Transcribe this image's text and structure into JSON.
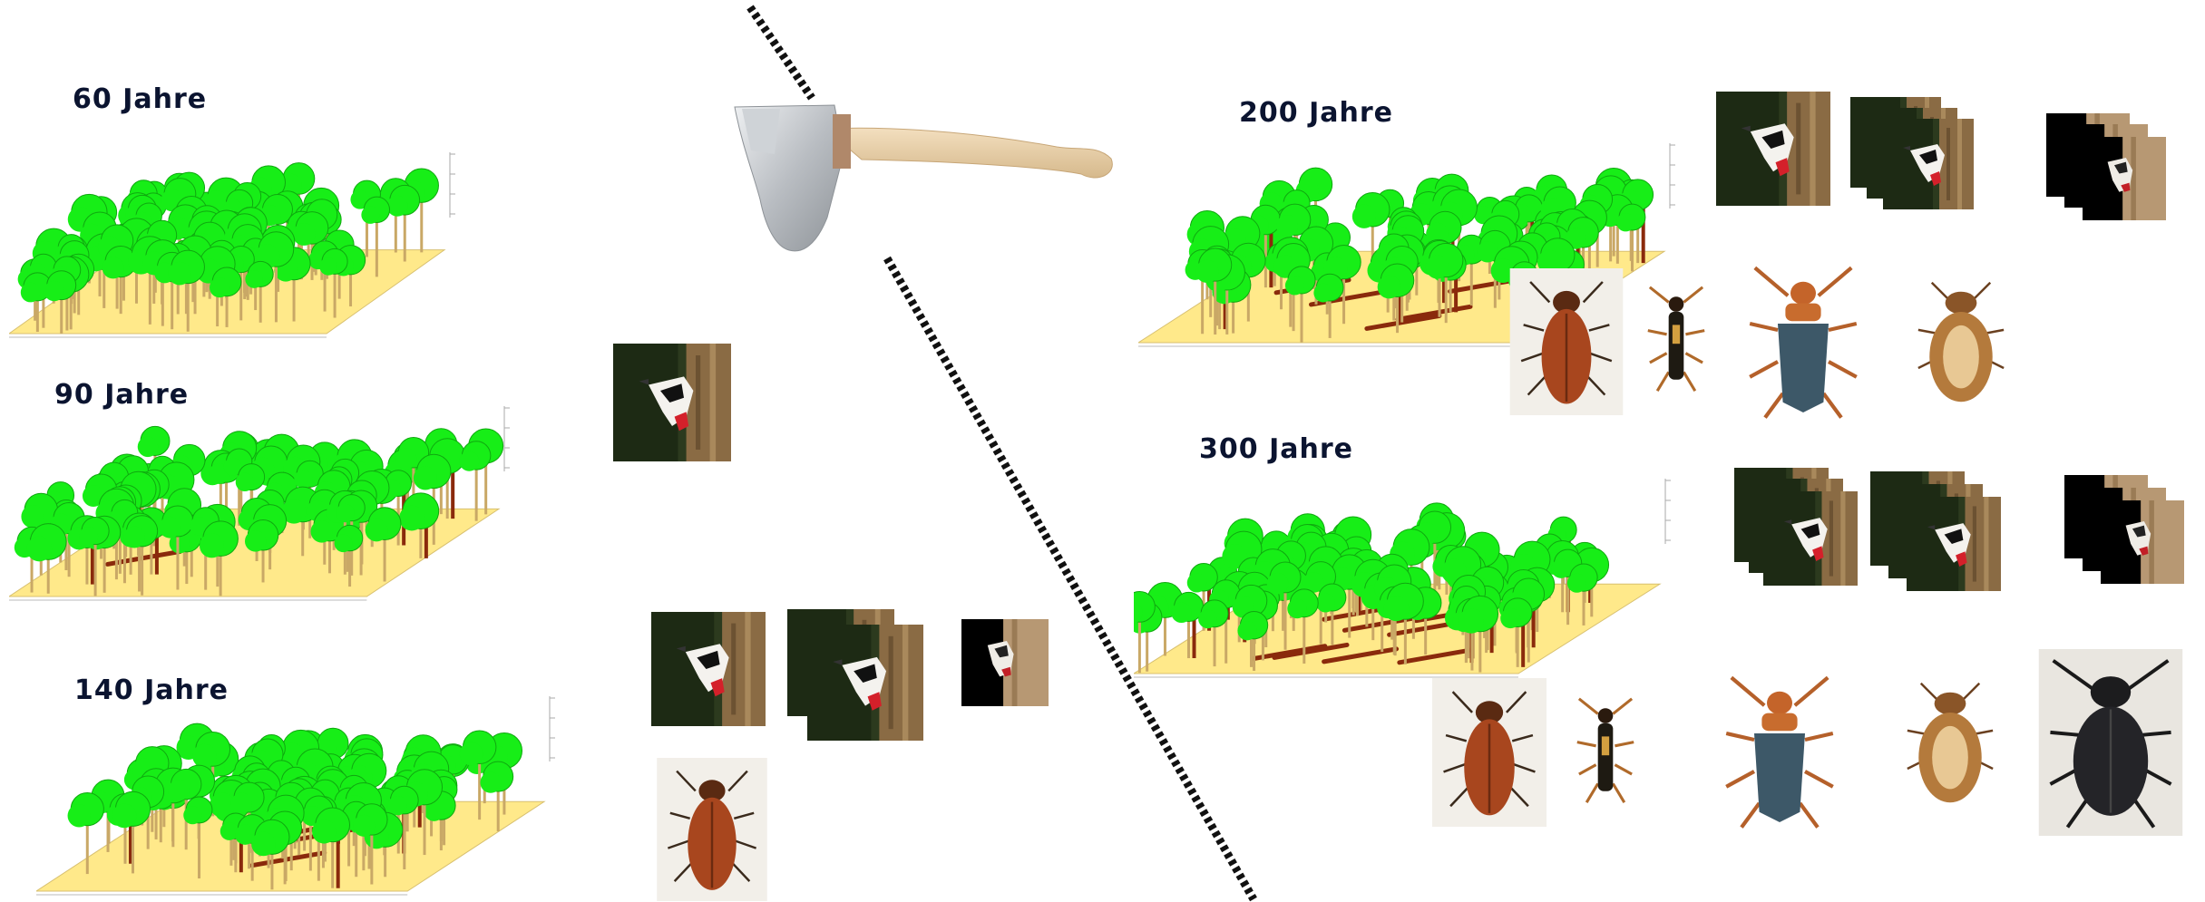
{
  "labels": {
    "age_60": "60  Jahre",
    "age_90": "90  Jahre",
    "age_140": "140  Jahre",
    "age_200": "200  Jahre",
    "age_300": "300  Jahre"
  },
  "colors": {
    "canopy": "#17ee17",
    "canopy_dark": "#0fa80f",
    "ground": "#ffe98a",
    "trunk": "#c9a866",
    "deadwood": "#8a2a0c",
    "label": "#0b1430"
  },
  "icons": [
    "axe-icon",
    "woodpecker-photo",
    "beetle-photo",
    "divider-line"
  ]
}
